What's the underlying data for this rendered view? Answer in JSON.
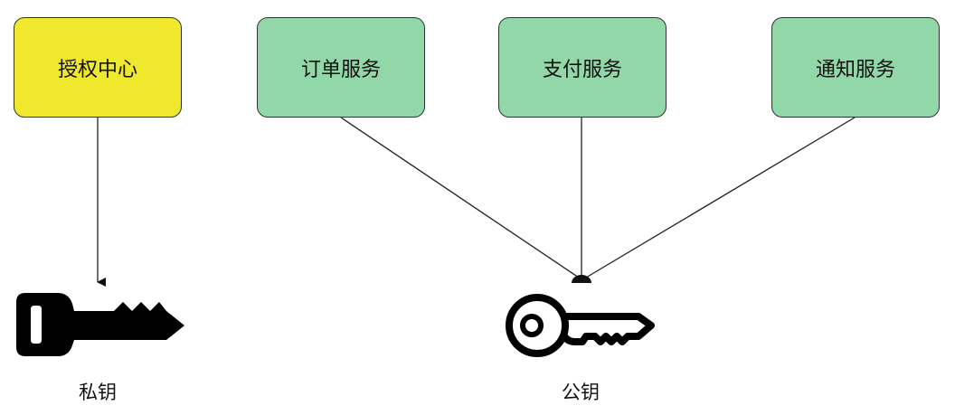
{
  "nodes": {
    "auth_center": {
      "label": "授权中心",
      "color": "#f0e82c"
    },
    "order_service": {
      "label": "订单服务",
      "color": "#91d7a8"
    },
    "payment_service": {
      "label": "支付服务",
      "color": "#91d7a8"
    },
    "notify_service": {
      "label": "通知服务",
      "color": "#91d7a8"
    }
  },
  "keys": {
    "private": {
      "label": "私钥",
      "icon": "key-icon-solid"
    },
    "public": {
      "label": "公钥",
      "icon": "key-icon-outline"
    }
  },
  "edges": [
    {
      "from": "auth_center",
      "to": "private",
      "style": "arrow"
    },
    {
      "from": "order_service",
      "to": "public",
      "style": "line"
    },
    {
      "from": "payment_service",
      "to": "public",
      "style": "line"
    },
    {
      "from": "notify_service",
      "to": "public",
      "style": "line"
    }
  ]
}
